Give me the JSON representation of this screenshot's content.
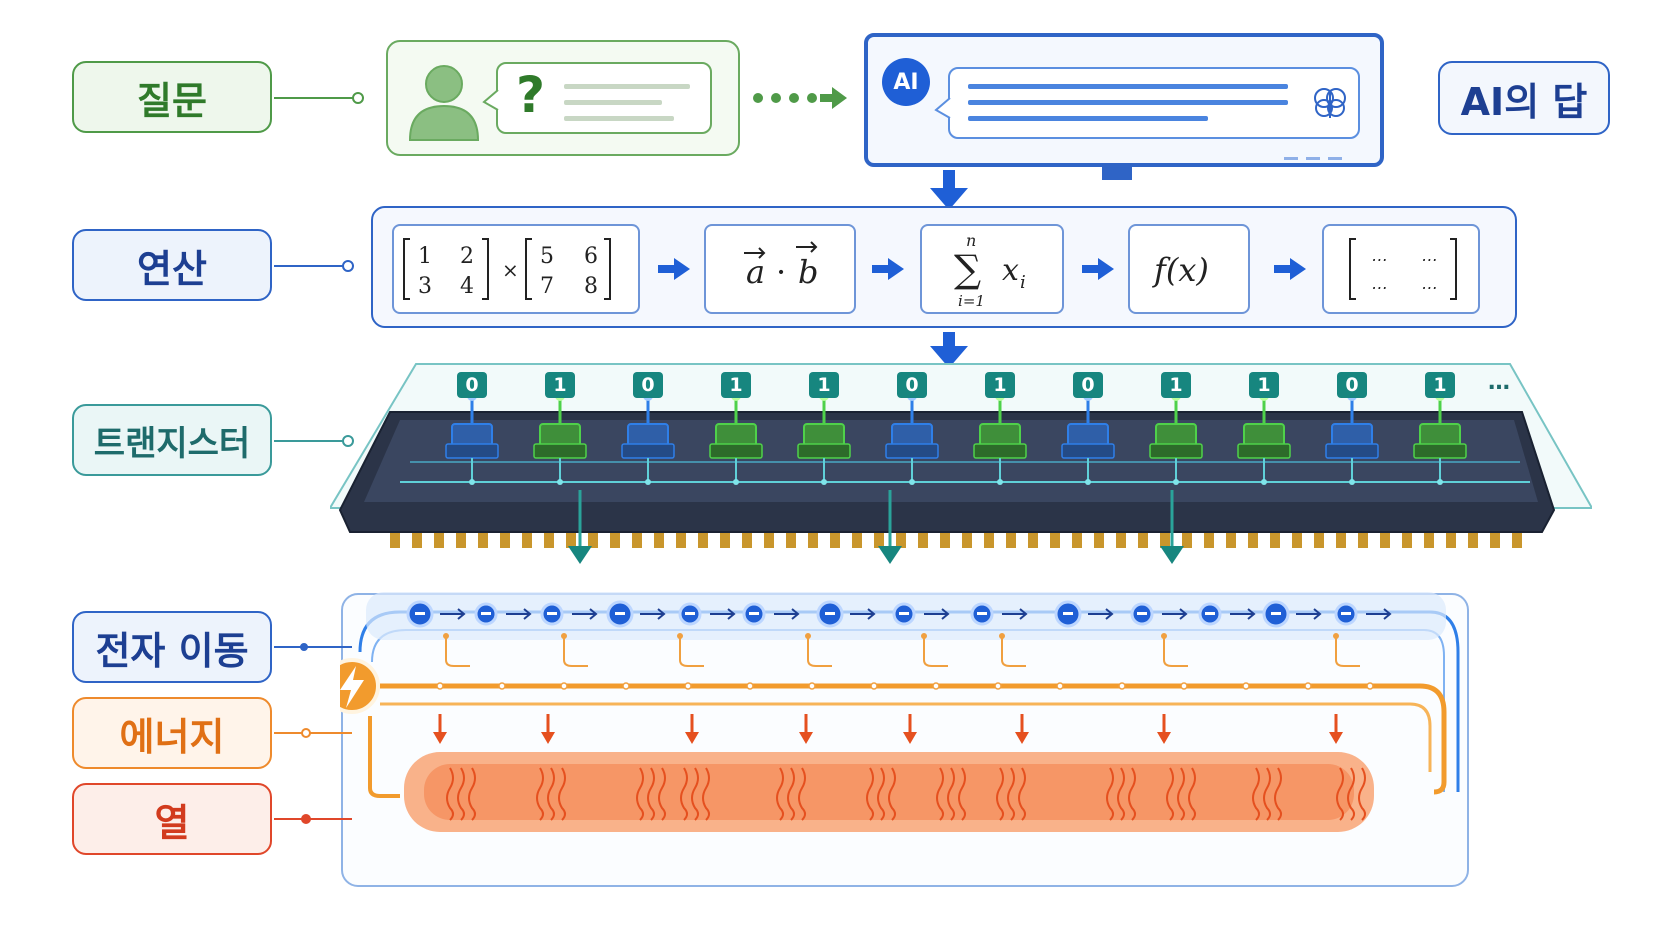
{
  "labels": {
    "question": "질문",
    "computation": "연산",
    "transistor": "트랜지스터",
    "electron": "전자 이동",
    "energy": "에너지",
    "heat": "열"
  },
  "ai_answer_label": "AI의 답",
  "question_mark": "?",
  "ai_badge": "AI",
  "formulas": {
    "matrix_product": "[1 2; 3 4] × [5 6; 7 8]",
    "dot_product": "a · b",
    "summation": "Σ i=1..n x_i",
    "function": "f(x)",
    "result_matrix": "[… …; … …]"
  },
  "bits": [
    "0",
    "1",
    "0",
    "1",
    "1",
    "0",
    "1",
    "0",
    "1",
    "1",
    "0",
    "1"
  ],
  "bits_more": "…",
  "icons": [
    "user-icon",
    "brain-icon",
    "lightning-icon",
    "electron-icon",
    "heat-wave-icon"
  ],
  "colors": {
    "question": "#4f9a48",
    "computation": "#2f64c6",
    "transistor": "#3a9a9a",
    "electron": "#1f5fd6",
    "energy": "#ee8a2c",
    "heat": "#e0472a"
  }
}
